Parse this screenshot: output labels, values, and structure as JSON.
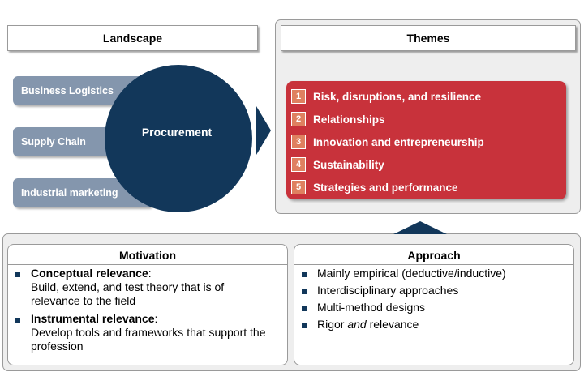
{
  "landscape": {
    "title": "Landscape",
    "items": [
      "Business Logistics",
      "Supply Chain",
      "Industrial marketing"
    ],
    "center": "Procurement"
  },
  "themes": {
    "title": "Themes",
    "items": [
      {
        "num": "1",
        "label": "Risk, disruptions, and resilience"
      },
      {
        "num": "2",
        "label": "Relationships"
      },
      {
        "num": "3",
        "label": "Innovation and entrepreneurship"
      },
      {
        "num": "4",
        "label": "Sustainability"
      },
      {
        "num": "5",
        "label": "Strategies and performance"
      }
    ]
  },
  "motivation": {
    "title": "Motivation",
    "items": [
      {
        "heading": "Conceptual relevance",
        "suffix": ":",
        "line1": "Build, extend, and test theory that is of",
        "line2": "relevance to the field"
      },
      {
        "heading": "Instrumental relevance",
        "suffix": ":",
        "line1": "Develop tools and frameworks that support the",
        "line2": "profession"
      }
    ]
  },
  "approach": {
    "title": "Approach",
    "items": [
      {
        "text": "Mainly empirical (deductive/inductive)"
      },
      {
        "text": "Interdisciplinary approaches"
      },
      {
        "text": "Multi-method designs"
      },
      {
        "pre": "Rigor ",
        "em": "and",
        "post": " relevance"
      }
    ]
  },
  "colors": {
    "navy": "#12375a",
    "steel_blue": "#8496ad",
    "theme_red": "#c8323b",
    "number_orange": "#df8060",
    "panel_gray": "#eeeeee"
  }
}
